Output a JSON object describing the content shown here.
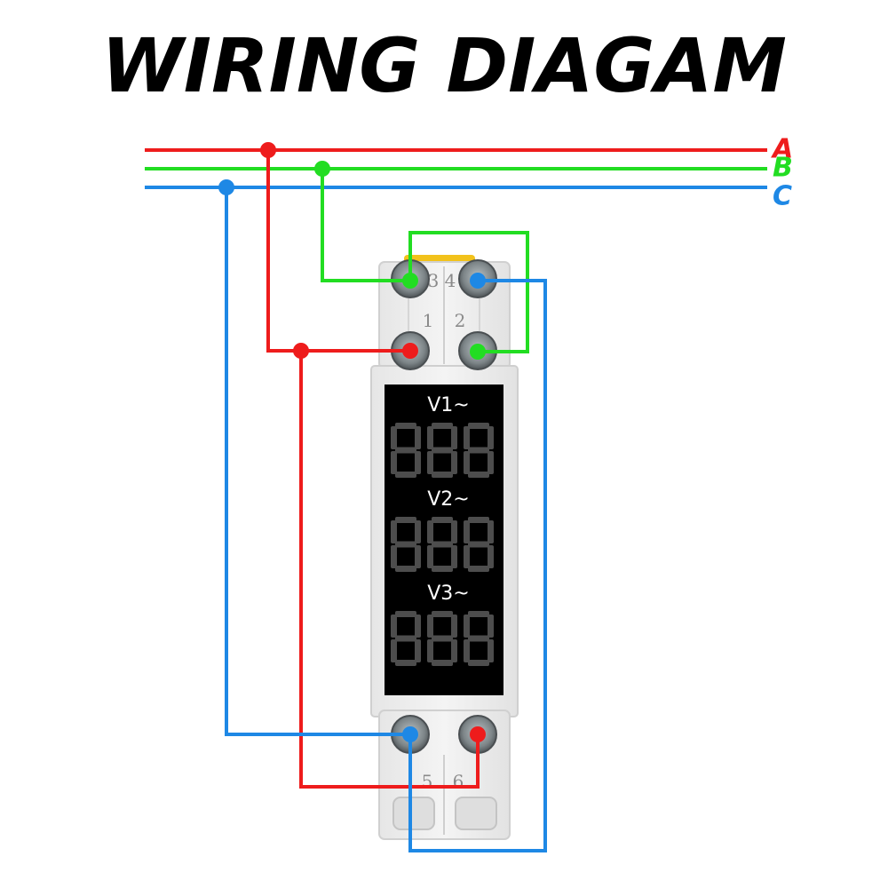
{
  "title": "WIRING DIAGAM",
  "phases": [
    {
      "label": "A",
      "color": "#ee1c1c"
    },
    {
      "label": "B",
      "color": "#22dd22"
    },
    {
      "label": "C",
      "color": "#1e88e5"
    }
  ],
  "terminals": {
    "t1": "1",
    "t2": "2",
    "t3": "3",
    "t4": "4",
    "t5": "5",
    "t6": "6"
  },
  "channels": [
    {
      "label": "V1~",
      "digits": "888"
    },
    {
      "label": "V2~",
      "digits": "888"
    },
    {
      "label": "V3~",
      "digits": "888"
    }
  ]
}
